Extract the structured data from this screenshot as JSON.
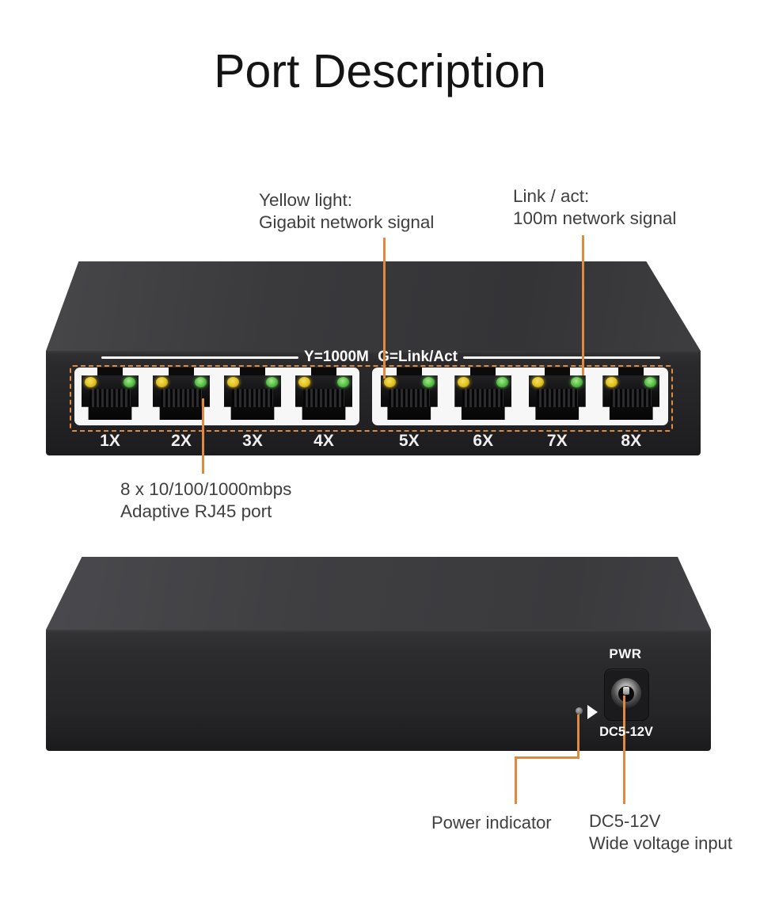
{
  "title": "Port Description",
  "colors": {
    "accent": "#DF8A3F",
    "text": "#3F3F3F",
    "led_yellow": "#E3C11C",
    "led_green": "#55BD45"
  },
  "annotations": {
    "yellow_light_line1": "Yellow light:",
    "yellow_light_line2": "Gigabit network signal",
    "link_act_line1": "Link / act:",
    "link_act_line2": "100m network signal",
    "rj45_line1": "8 x 10/100/1000mbps",
    "rj45_line2": "Adaptive RJ45 port",
    "power_indicator": "Power indicator",
    "dc_line1": "DC5-12V",
    "dc_line2": "Wide voltage input"
  },
  "front_device": {
    "legend": "Y=1000M G=Link/Act",
    "port_labels": [
      "1X",
      "2X",
      "3X",
      "4X",
      "5X",
      "6X",
      "7X",
      "8X"
    ]
  },
  "back_device": {
    "pwr_label": "PWR",
    "dc_jack_label": "DC5-12V"
  }
}
